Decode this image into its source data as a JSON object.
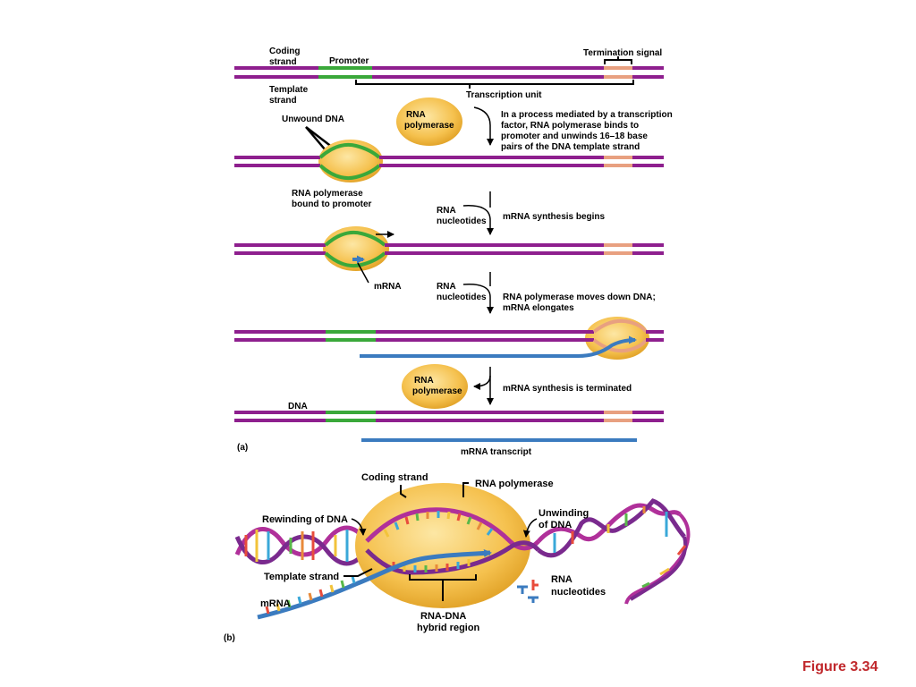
{
  "colors": {
    "dna_strand": "#8e1f8e",
    "promoter": "#3aa83a",
    "termination": "#e8a080",
    "mrna": "#3b7bbf",
    "polymerase": "#f5c14e",
    "figure_label": "#c0282c"
  },
  "panel_a": {
    "label": "(a)",
    "coding_strand": "Coding strand",
    "template_strand": "Template strand",
    "promoter": "Promoter",
    "termination_signal": "Termination signal",
    "transcription_unit": "Transcription unit",
    "rna_polymerase": "RNA polymerase",
    "unwound_dna": "Unwound DNA",
    "step1_note": [
      "In a process mediated by a transcription",
      "factor, RNA polymerase binds to",
      "promoter and unwinds 16–18 base",
      "pairs of the DNA template strand"
    ],
    "bound_label": [
      "RNA polymerase",
      "bound to promoter"
    ],
    "rna_nucleotides": "RNA nucleotides",
    "step2_note": "mRNA synthesis begins",
    "mrna": "mRNA",
    "step3_note": [
      "RNA polymerase moves down DNA;",
      "mRNA elongates"
    ],
    "step4_note": "mRNA synthesis is terminated",
    "dna": "DNA",
    "mrna_transcript": "mRNA  transcript"
  },
  "panel_b": {
    "label": "(b)",
    "coding_strand": "Coding strand",
    "rna_polymerase": "RNA polymerase",
    "rewinding": "Rewinding of DNA",
    "unwinding": [
      "Unwinding",
      "of DNA"
    ],
    "template_strand": "Template strand",
    "mrna": "mRNA",
    "rna_nucleotides": [
      "RNA",
      "nucleotides"
    ],
    "hybrid": [
      "RNA-DNA",
      "hybrid region"
    ]
  },
  "figure_label": "Figure 3.34"
}
